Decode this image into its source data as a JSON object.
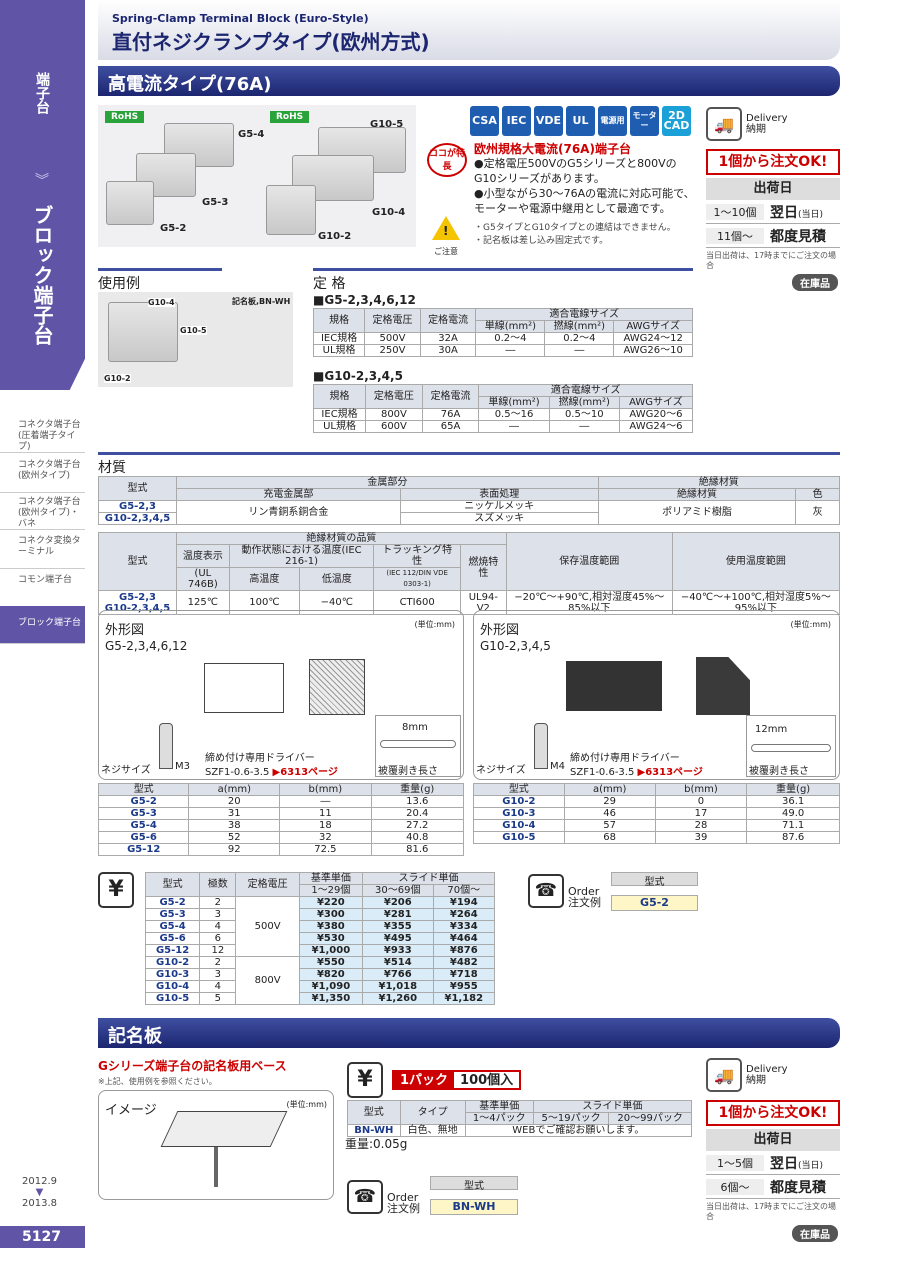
{
  "header": {
    "en_title": "Spring-Clamp Terminal Block (Euro-Style)",
    "jp_title": "直付ネジクランプタイプ(欧州方式)"
  },
  "sidebar": {
    "top_label": "端子台",
    "main_label": "ブロック端子台",
    "items": [
      {
        "label": "コネクタ端子台(圧着端子タイプ)"
      },
      {
        "label": "コネクタ端子台(欧州タイプ)"
      },
      {
        "label": "コネクタ端子台(欧州タイプ)・バネ"
      },
      {
        "label": "コネクタ変換ターミナル"
      },
      {
        "label": "コモン端子台"
      },
      {
        "label": "ブロック端子台"
      }
    ],
    "date_from": "2012.9",
    "date_to": "2013.8",
    "page_number": "5127"
  },
  "section1": {
    "title": "高電流タイプ(76A)",
    "rohs": "RoHS",
    "labels": [
      "G5-4",
      "G5-3",
      "G5-2",
      "G10-5",
      "G10-4",
      "G10-2"
    ],
    "certs": [
      "CSA",
      "IEC",
      "VDE",
      "UL",
      "電源用",
      "モーター",
      "2D CAD"
    ],
    "feature_badge": "ココが特長",
    "feature_title": "欧州規格大電流(76A)端子台",
    "features": [
      "●定格電圧500VのG5シリーズと800VのG10シリーズがあります。",
      "●小型ながら30～76Aの電流に対応可能で、モーターや電源中継用として最適です。"
    ],
    "caution_label": "ご注意",
    "cautions": [
      "・G5タイプとG10タイプとの連結はできません。",
      "・記名板は差し込み固定式です。"
    ]
  },
  "delivery": {
    "label": "Delivery",
    "label2": "納期",
    "order_ok": "1個から注文OK!",
    "ship_header": "出荷日",
    "rows1": [
      {
        "qty": "1～10個",
        "day": "翌日",
        "note": "(当日)"
      },
      {
        "qty": "11個～",
        "day": "都度見積",
        "note": ""
      }
    ],
    "rows2": [
      {
        "qty": "1～5個",
        "day": "翌日",
        "note": "(当日)"
      },
      {
        "qty": "6個～",
        "day": "都度見積",
        "note": ""
      }
    ],
    "footnote": "当日出荷は、17時までにご注文の場合",
    "in_stock": "在庫品"
  },
  "usage": {
    "title": "使用例",
    "label_plate": "記名板,BN-WH",
    "parts": [
      "G10-4",
      "G10-5",
      "G10-2"
    ]
  },
  "spec": {
    "title": "定 格",
    "g5_title": "■G5-2,3,4,6,12",
    "g10_title": "■G10-2,3,4,5",
    "headers": [
      "規格",
      "定格電圧",
      "定格電流",
      "適合電線サイズ",
      "単線(mm²)",
      "撚線(mm²)",
      "AWGサイズ"
    ],
    "g5_rows": [
      [
        "IEC規格",
        "500V",
        "32A",
        "0.2～4",
        "0.2～4",
        "AWG24～12"
      ],
      [
        "UL規格",
        "250V",
        "30A",
        "―",
        "―",
        "AWG26～10"
      ]
    ],
    "g10_rows": [
      [
        "IEC規格",
        "800V",
        "76A",
        "0.5～16",
        "0.5～10",
        "AWG20～6"
      ],
      [
        "UL規格",
        "600V",
        "65A",
        "―",
        "―",
        "AWG24～6"
      ]
    ]
  },
  "material": {
    "title": "材質",
    "h_model": "型式",
    "h_metal": "金属部分",
    "h_conductive": "充電金属部",
    "h_surface": "表面処理",
    "h_insulation": "絶縁材質",
    "h_insmat": "絶縁材質",
    "h_color": "色",
    "models": "G5-2,3",
    "models2": "G10-2,3,4,5",
    "conductive": "リン青銅系銅合金",
    "surface1": "ニッケルメッキ",
    "surface2": "スズメッキ",
    "insmat": "ポリアミド樹脂",
    "color": "灰",
    "h_quality": "絶縁材質の品質",
    "h_temp_disp": "温度表示",
    "h_temp_disp2": "(UL 746B)",
    "h_operating": "動作状態における温度(IEC 216-1)",
    "h_high": "高温度",
    "h_low": "低温度",
    "h_tracking": "トラッキング特性",
    "h_tracking2": "(IEC 112/DIN VDE 0303-1)",
    "h_flame": "燃焼特性",
    "h_storage": "保存温度範囲",
    "h_use": "使用温度範囲",
    "temp_disp": "125℃",
    "high": "100℃",
    "low": "−40℃",
    "tracking": "CTI600",
    "flame": "UL94-V2",
    "storage": "−20℃～+90℃,相対湿度45%～85%以下",
    "use": "−40℃～+100℃,相対湿度5%～95%以下"
  },
  "dims": {
    "title": "外形図",
    "unit": "(単位:mm)",
    "left_model": "G5-2,3,4,6,12",
    "right_model": "G10-2,3,4,5",
    "screw_label": "ネジサイズ",
    "screw_left": "M3",
    "screw_right": "M4",
    "driver_label": "締め付け専用ドライバー",
    "driver": "SZF1-0.6-3.5",
    "driver_page": "▶6313ページ",
    "strip_label": "被覆剥き長さ",
    "strip_left": "8mm",
    "strip_right": "12mm",
    "headers": [
      "型式",
      "a(mm)",
      "b(mm)",
      "重量(g)"
    ],
    "left_rows": [
      [
        "G5-2",
        "20",
        "―",
        "13.6"
      ],
      [
        "G5-3",
        "31",
        "11",
        "20.4"
      ],
      [
        "G5-4",
        "38",
        "18",
        "27.2"
      ],
      [
        "G5-6",
        "52",
        "32",
        "40.8"
      ],
      [
        "G5-12",
        "92",
        "72.5",
        "81.6"
      ]
    ],
    "right_rows": [
      [
        "G10-2",
        "29",
        "0",
        "36.1"
      ],
      [
        "G10-3",
        "46",
        "17",
        "49.0"
      ],
      [
        "G10-4",
        "57",
        "28",
        "71.1"
      ],
      [
        "G10-5",
        "68",
        "39",
        "87.6"
      ]
    ]
  },
  "price": {
    "yen": "¥",
    "headers": [
      "型式",
      "極数",
      "定格電圧",
      "基準単価",
      "スライド単価",
      "1～29個",
      "30～69個",
      "70個～"
    ],
    "v500": "500V",
    "v800": "800V",
    "rows": [
      [
        "G5-2",
        "2",
        "¥220",
        "¥206",
        "¥194"
      ],
      [
        "G5-3",
        "3",
        "¥300",
        "¥281",
        "¥264"
      ],
      [
        "G5-4",
        "4",
        "¥380",
        "¥355",
        "¥334"
      ],
      [
        "G5-6",
        "6",
        "¥530",
        "¥495",
        "¥464"
      ],
      [
        "G5-12",
        "12",
        "¥1,000",
        "¥933",
        "¥876"
      ],
      [
        "G10-2",
        "2",
        "¥550",
        "¥514",
        "¥482"
      ],
      [
        "G10-3",
        "3",
        "¥820",
        "¥766",
        "¥718"
      ],
      [
        "G10-4",
        "4",
        "¥1,090",
        "¥1,018",
        "¥955"
      ],
      [
        "G10-5",
        "5",
        "¥1,350",
        "¥1,260",
        "¥1,182"
      ]
    ],
    "order_label": "Order",
    "order_label2": "注文例",
    "order_header": "型式",
    "order_example": "G5-2"
  },
  "section2": {
    "title": "記名板",
    "subtitle": "Gシリーズ端子台の記名板用ベース",
    "note": "※上記、使用例を参照ください。",
    "image_label": "イメージ",
    "unit": "(単位:mm)",
    "weight": "重量:0.05g",
    "pack_label": "1パック",
    "pack_count": "100個入",
    "headers": [
      "型式",
      "タイプ",
      "基準単価",
      "スライド単価",
      "1～4パック",
      "5～19パック",
      "20～99パック"
    ],
    "row": [
      "BN-WH",
      "白色、無地",
      "WEBでご確認お願いします。"
    ],
    "order_example": "BN-WH"
  }
}
